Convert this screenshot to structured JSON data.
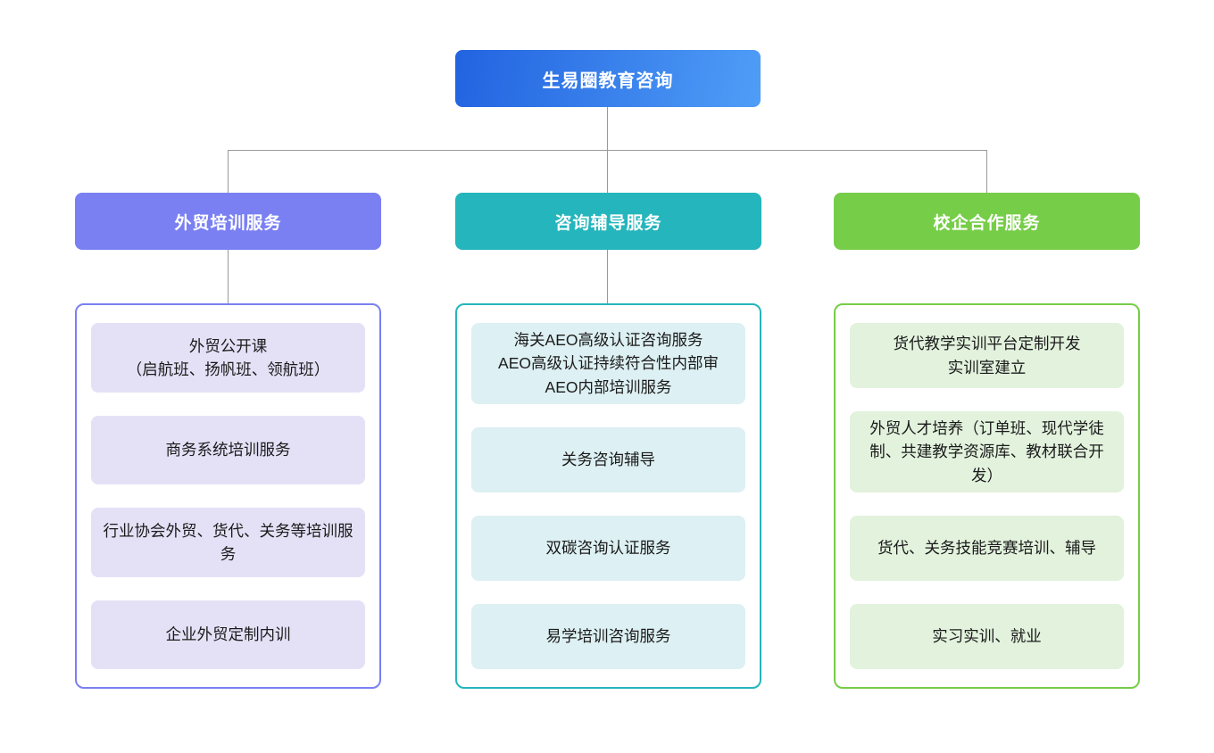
{
  "root": {
    "label": "生易圈教育咨询",
    "gradient_start": "#2263e0",
    "gradient_end": "#4f9df7"
  },
  "connector_color": "#999999",
  "branches": [
    {
      "label": "外贸培训服务",
      "color": "#7a80f2",
      "item_fill": "#e4e1f7",
      "items": [
        {
          "text": "外贸公开课\n（启航班、扬帆班、领航班）"
        },
        {
          "text": "商务系统培训服务"
        },
        {
          "text": "行业协会外贸、货代、关务等培训服务"
        },
        {
          "text": "企业外贸定制内训"
        }
      ]
    },
    {
      "label": "咨询辅导服务",
      "color": "#25b5bc",
      "item_fill": "#ddf0f3",
      "items": [
        {
          "text": "海关AEO高级认证咨询服务\nAEO高级认证持续符合性内部审\nAEO内部培训服务"
        },
        {
          "text": "关务咨询辅导"
        },
        {
          "text": "双碳咨询认证服务"
        },
        {
          "text": "易学培训咨询服务"
        }
      ]
    },
    {
      "label": "校企合作服务",
      "color": "#76cd48",
      "item_fill": "#e2f2dd",
      "items": [
        {
          "text": "货代教学实训平台定制开发\n实训室建立"
        },
        {
          "text": "外贸人才培养（订单班、现代学徒制、共建教学资源库、教材联合开发）"
        },
        {
          "text": "货代、关务技能竞赛培训、辅导"
        },
        {
          "text": "实习实训、就业"
        }
      ]
    }
  ]
}
